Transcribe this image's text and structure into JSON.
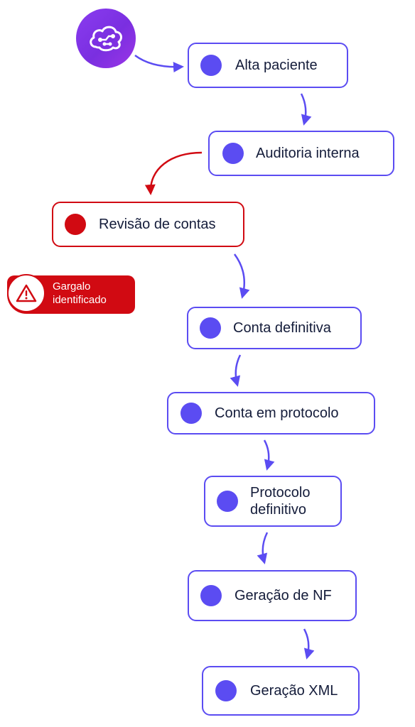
{
  "logo": {
    "icon": "brain-circuit-icon"
  },
  "steps": [
    {
      "label": "Alta paciente",
      "status": "normal"
    },
    {
      "label": "Auditoria interna",
      "status": "normal"
    },
    {
      "label": "Revisão de contas",
      "status": "bottleneck"
    },
    {
      "label": "Conta definitiva",
      "status": "normal"
    },
    {
      "label": "Conta em protocolo",
      "status": "normal"
    },
    {
      "label": "Protocolo definitivo",
      "status": "normal"
    },
    {
      "label": "Geração de NF",
      "status": "normal"
    },
    {
      "label": "Geração XML",
      "status": "normal"
    }
  ],
  "alert": {
    "line1": "Gargalo",
    "line2": "identificado",
    "icon": "warning-icon"
  },
  "colors": {
    "primary": "#5b4cf2",
    "alert": "#d10a12",
    "text": "#141c3a",
    "logo": "#8a3cf0"
  }
}
